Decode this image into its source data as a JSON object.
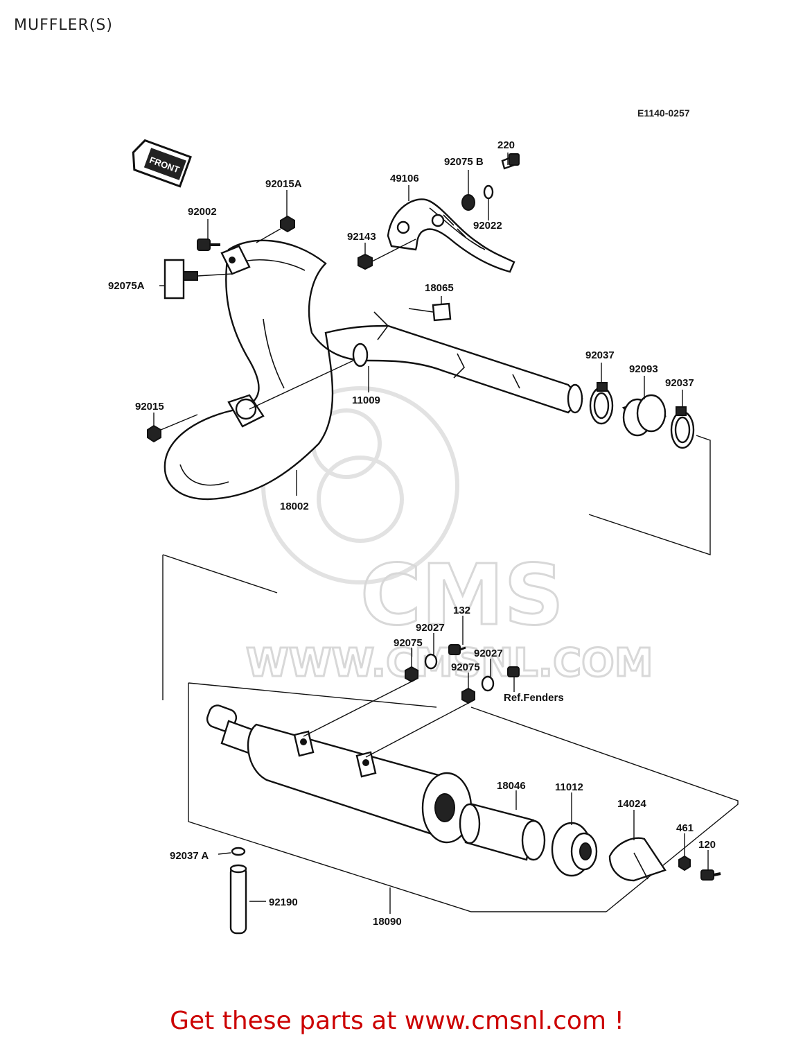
{
  "title": "MUFFLER(S)",
  "diagram_code": "E1140-0257",
  "front_badge": "FRONT",
  "watermark": {
    "brand": "CMS",
    "url": "WWW.CMSNL.COM"
  },
  "labels": {
    "p220": "220",
    "p92075B": "92075 B",
    "p49106": "49106",
    "p92015A": "92015A",
    "p92022": "92022",
    "p92002": "92002",
    "p92143": "92143",
    "p92075A": "92075A",
    "p18065": "18065",
    "p92037a": "92037",
    "p92093": "92093",
    "p92037b": "92037",
    "p11009": "11009",
    "p92015": "92015",
    "p18002": "18002",
    "p132": "132",
    "p92027a": "92027",
    "p92075a": "92075",
    "p92027b": "92027",
    "p92075b": "92075",
    "refFenders": "Ref.Fenders",
    "p18046": "18046",
    "p11012": "11012",
    "p14024": "14024",
    "p461": "461",
    "p120": "120",
    "p92037A": "92037 A",
    "p92190": "92190",
    "p18090": "18090"
  },
  "footer": "Get these parts at www.cmsnl.com !",
  "colors": {
    "footer": "#cc0000",
    "lines": "#111111",
    "watermark": "#d8d8d8"
  }
}
